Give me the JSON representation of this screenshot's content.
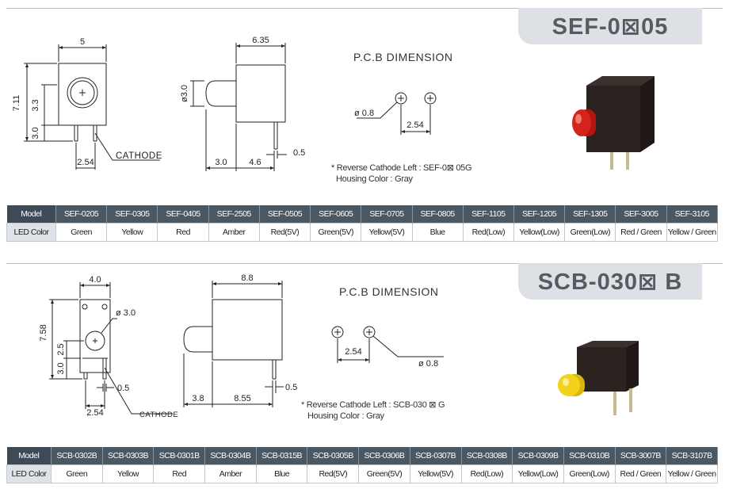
{
  "sef": {
    "title": "SEF-0⊠05",
    "pcb_title": "P.C.B DIMENSION",
    "note_line1": "* Reverse Cathode Left : SEF-0⊠ 05G",
    "note_line2": "Housing Color : Gray",
    "dims": {
      "top_width": "5",
      "height": "7.11",
      "mid": "3.3",
      "low": "3.0",
      "pitch": "2.54",
      "cathode": "CATHODE",
      "side_width": "6.35",
      "lens_dia": "ø3.0",
      "lens_len": "3.0",
      "lead_off": "4.6",
      "lead_w": "0.5",
      "pcb_hole": "ø 0.8",
      "pcb_pitch": "2.54"
    },
    "table": {
      "model_label": "Model",
      "color_label": "LED Color",
      "models": [
        "SEF-0205",
        "SEF-0305",
        "SEF-0405",
        "SEF-2505",
        "SEF-0505",
        "SEF-0605",
        "SEF-0705",
        "SEF-0805",
        "SEF-1105",
        "SEF-1205",
        "SEF-1305",
        "SEF-3005",
        "SEF-3105"
      ],
      "colors": [
        "Green",
        "Yellow",
        "Red",
        "Amber",
        "Red(5V)",
        "Green(5V)",
        "Yellow(5V)",
        "Blue",
        "Red(Low)",
        "Yellow(Low)",
        "Green(Low)",
        "Red / Green",
        "Yellow / Green"
      ]
    }
  },
  "scb": {
    "title": "SCB-030⊠ B",
    "pcb_title": "P.C.B DIMENSION",
    "note_line1": "* Reverse Cathode Left : SCB-030 ⊠ G",
    "note_line2": "Housing Color : Gray",
    "dims": {
      "top_width": "4.0",
      "lens_dia": "ø 3.0",
      "height": "7.58",
      "mid": "2.5",
      "low": "3.0",
      "lead_w": "0.5",
      "pitch": "2.54",
      "cathode": "CATHODE",
      "side_width": "8.8",
      "lens_len": "3.8",
      "lead_off": "8.55",
      "lead_w2": "0.5",
      "pcb_pitch": "2.54",
      "pcb_hole": "ø 0.8"
    },
    "table": {
      "model_label": "Model",
      "color_label": "LED Color",
      "models": [
        "SCB-0302B",
        "SCB-0303B",
        "SCB-0301B",
        "SCB-0304B",
        "SCB-0315B",
        "SCB-0305B",
        "SCB-0306B",
        "SCB-0307B",
        "SCB-0308B",
        "SCB-0309B",
        "SCB-0310B",
        "SCB-3007B",
        "SCB-3107B"
      ],
      "colors": [
        "Green",
        "Yellow",
        "Red",
        "Amber",
        "Blue",
        "Red(5V)",
        "Green(5V)",
        "Yellow(5V)",
        "Red(Low)",
        "Yellow(Low)",
        "Green(Low)",
        "Red / Green",
        "Yellow / Green"
      ]
    }
  },
  "colors": {
    "header_bg": "#4a5864",
    "tab_bg": "#dde1e6",
    "led_red": "#d4221c",
    "led_yellow": "#f2d21a",
    "housing": "#2b2320"
  }
}
